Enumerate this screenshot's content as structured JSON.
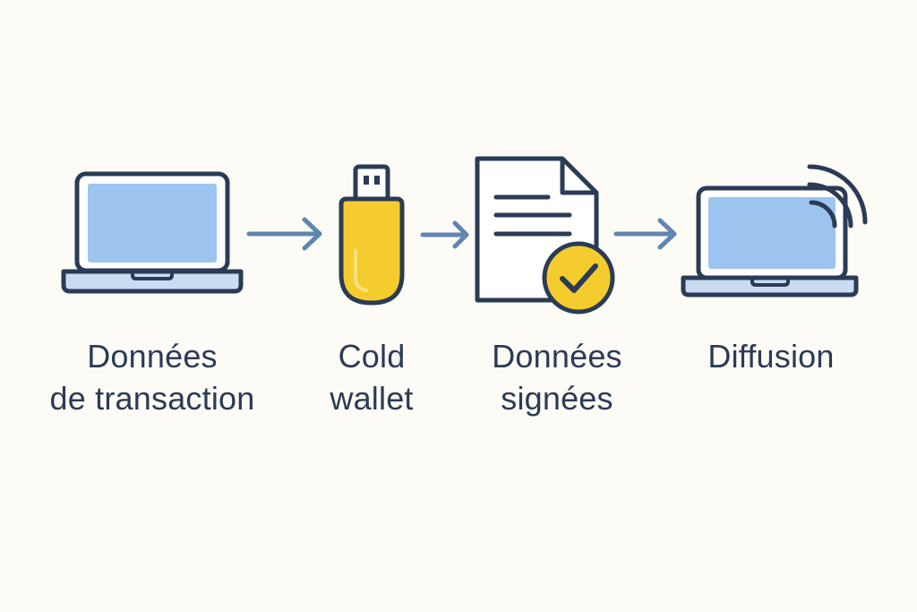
{
  "diagram": {
    "steps": [
      {
        "id": "transaction-data",
        "icon": "laptop-icon",
        "label_lines": [
          "Données",
          "de transaction"
        ]
      },
      {
        "id": "cold-wallet",
        "icon": "usb-drive-icon",
        "label_lines": [
          "Cold",
          "wallet"
        ]
      },
      {
        "id": "signed-data",
        "icon": "signed-document-icon",
        "label_lines": [
          "Données",
          "signées"
        ]
      },
      {
        "id": "broadcast",
        "icon": "laptop-broadcast-icon",
        "label_lines": [
          "Diffusion"
        ]
      }
    ],
    "connectors": [
      "arrow-right-icon",
      "arrow-right-icon",
      "arrow-right-icon"
    ]
  },
  "colors": {
    "background": "#fcfbf5",
    "outline": "#2b3b55",
    "screen": "#9cc4ef",
    "laptop_base": "#c9dcf2",
    "accent_yellow": "#f5cc2e",
    "arrow": "#5f86b0"
  }
}
